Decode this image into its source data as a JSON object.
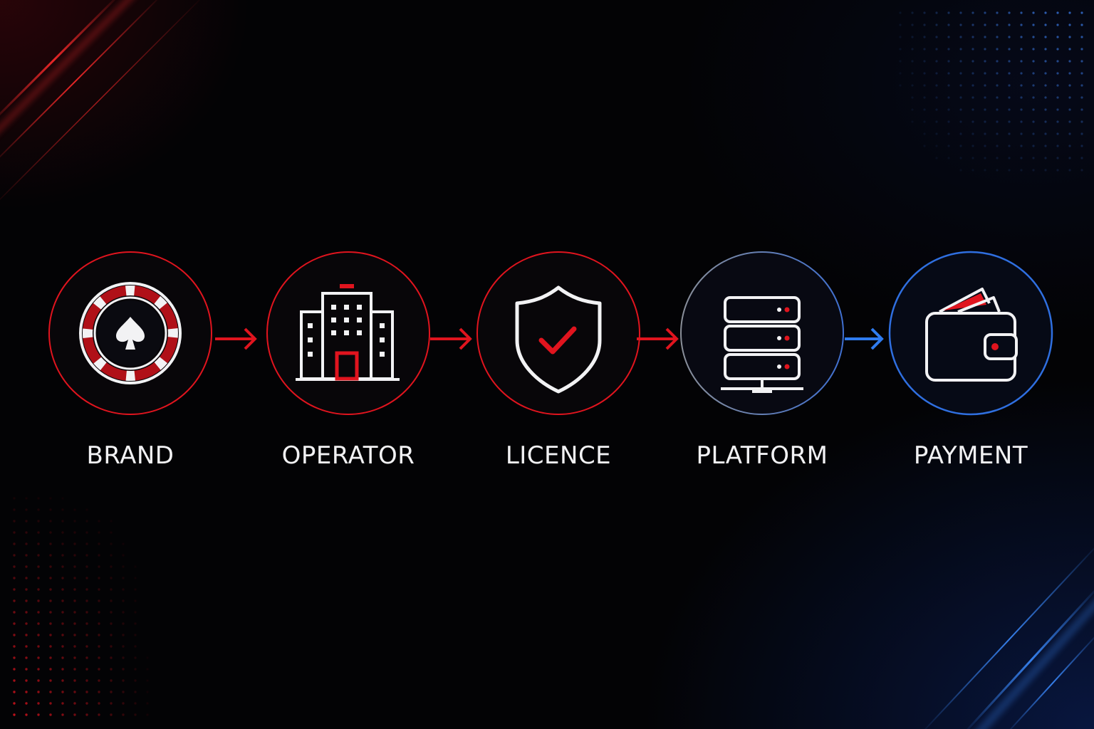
{
  "steps": [
    {
      "label": "BRAND",
      "icon": "poker-chip-spade-icon",
      "ring_color": "#e0141e"
    },
    {
      "label": "OPERATOR",
      "icon": "office-building-icon",
      "ring_color": "#e0141e"
    },
    {
      "label": "LICENCE",
      "icon": "shield-check-icon",
      "ring_color": "#e0141e"
    },
    {
      "label": "PLATFORM",
      "icon": "server-stack-icon",
      "ring_color": "#7a8090"
    },
    {
      "label": "PAYMENT",
      "icon": "wallet-icon",
      "ring_color": "#2f6fe0"
    }
  ],
  "arrows": [
    {
      "icon": "arrow-right-icon",
      "color": "#e0141e"
    },
    {
      "icon": "arrow-right-icon",
      "color": "#e0141e"
    },
    {
      "icon": "arrow-right-icon",
      "color": "#e0141e"
    },
    {
      "icon": "arrow-right-icon",
      "color": "#2f7cf0"
    }
  ],
  "theme": {
    "background": "#030305",
    "accent_red": "#e0141e",
    "accent_blue": "#2f6fe0",
    "icon_white": "#f2f2f4"
  }
}
